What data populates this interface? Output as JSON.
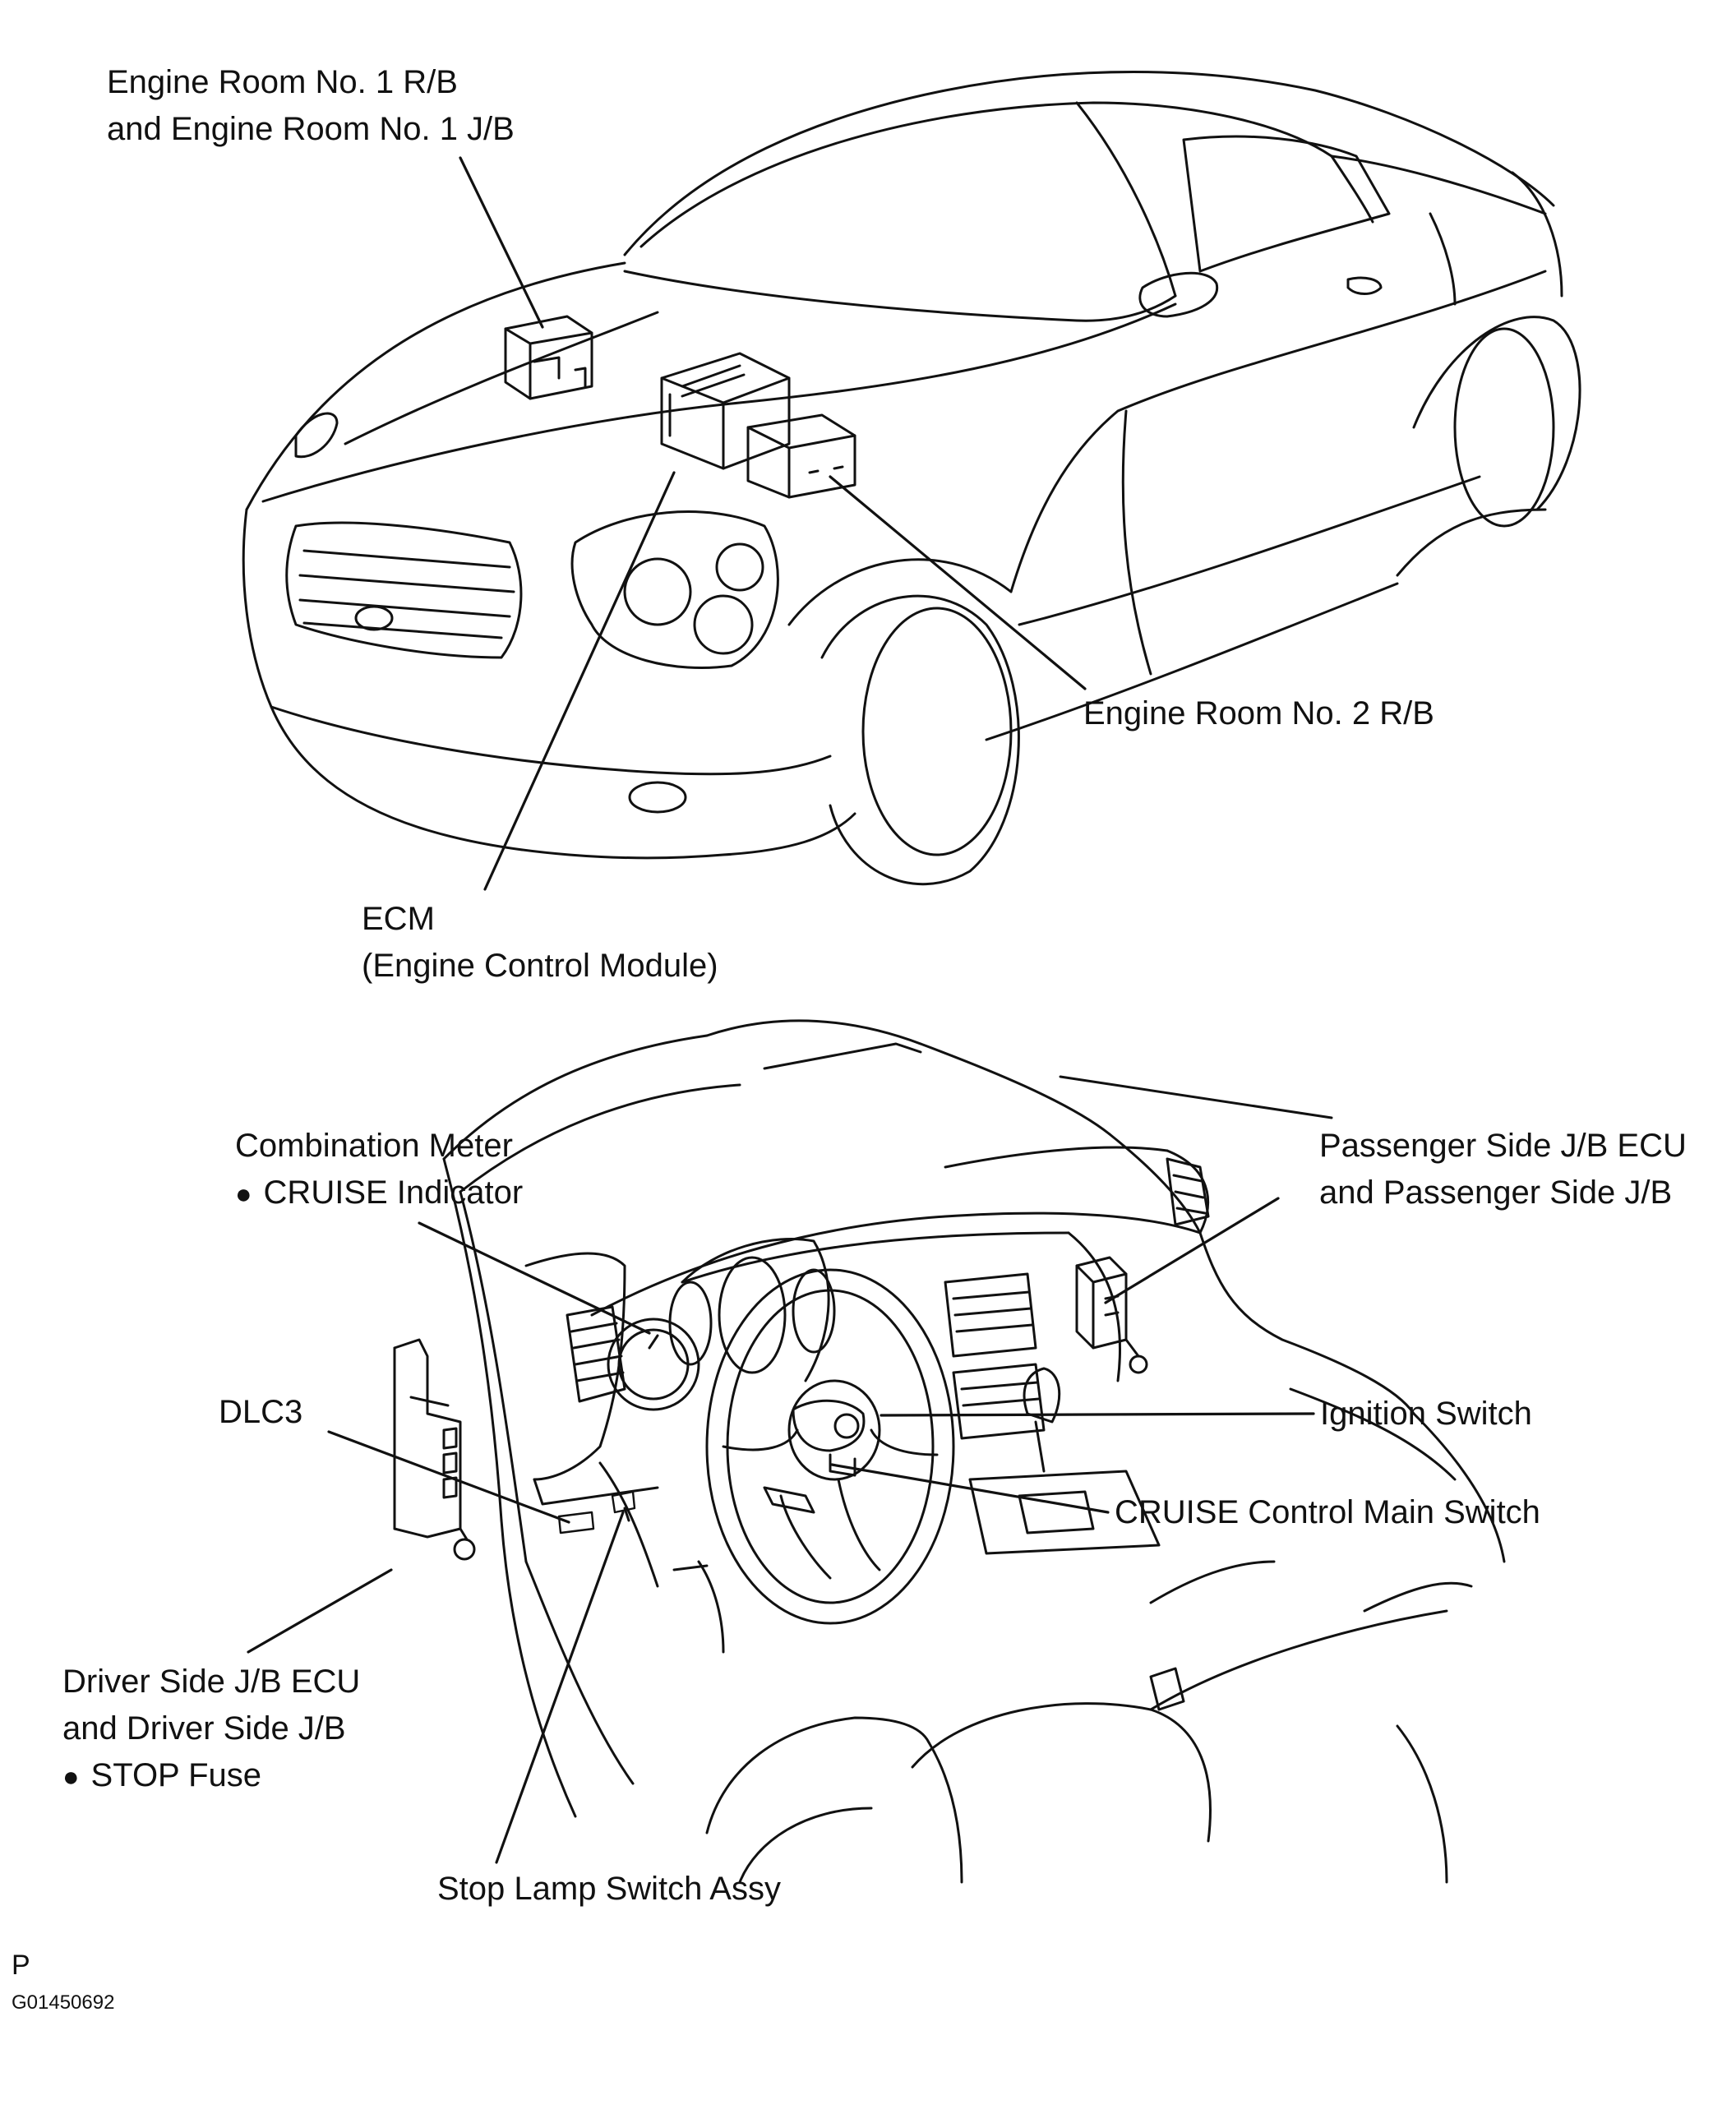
{
  "upper_labels": {
    "engine_room_no1_line1": "Engine Room No. 1 R/B",
    "engine_room_no1_line2": "and Engine Room No. 1 J/B",
    "engine_room_no2": "Engine Room No. 2 R/B",
    "ecm_line1": "ECM",
    "ecm_line2": "(Engine Control Module)"
  },
  "lower_labels": {
    "combination_meter_line1": "Combination Meter",
    "combination_meter_line2": "CRUISE Indicator",
    "passenger_jb_line1": "Passenger Side J/B ECU",
    "passenger_jb_line2": "and Passenger Side J/B",
    "dlc3": "DLC3",
    "ignition_switch": "Ignition Switch",
    "cruise_main_switch": "CRUISE Control Main Switch",
    "driver_jb_line1": "Driver Side J/B ECU",
    "driver_jb_line2": "and Driver Side J/B",
    "driver_jb_line3": "STOP Fuse",
    "stop_lamp_switch": "Stop Lamp Switch Assy"
  },
  "footer": {
    "section_letter": "P",
    "figure_code": "G01450692"
  }
}
